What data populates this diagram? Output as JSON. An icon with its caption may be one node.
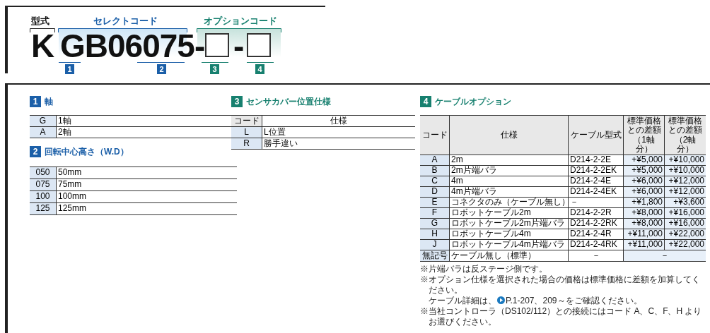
{
  "diagram": {
    "labels": [
      "型式",
      "セレクトコード",
      "オプションコード",
      "K",
      "GB06075-",
      "-",
      "1",
      "2",
      "3",
      "4",
      "1",
      "軸",
      "G",
      "1軸",
      "A",
      "2軸",
      "2",
      "回転中心高さ（W.D）",
      "050",
      "50mm",
      "075",
      "75mm",
      "100",
      "100mm",
      "125",
      "125mm",
      "3",
      "センサカバー位置仕様",
      "コード",
      "仕様",
      "L",
      "L位置",
      "R",
      "勝手違い",
      "4",
      "ケーブルオプション",
      "コード",
      "仕様",
      "ケーブル型式",
      "標準価格との差額（1軸分）",
      "標準価格との差額（2軸分）",
      "A",
      "2m",
      "D214-2-2E",
      "+¥5,000",
      "+¥10,000",
      "B",
      "2m片端バラ",
      "D214-2-2EK",
      "+¥5,000",
      "+¥10,000",
      "C",
      "4m",
      "D214-2-4E",
      "+¥6,000",
      "+¥12,000",
      "D",
      "4m片端バラ",
      "D214-2-4EK",
      "+¥6,000",
      "+¥12,000",
      "E",
      "コネクタのみ（ケーブル無し）",
      "－",
      "+¥1,800",
      "+¥3,600",
      "F",
      "ロボットケーブル2m",
      "D214-2-2R",
      "+¥8,000",
      "+¥16,000",
      "G",
      "ロボットケーブル2m片端バラ",
      "D214-2-2RK",
      "+¥8,000",
      "+¥16,000",
      "H",
      "ロボットケーブル4m",
      "D214-2-4R",
      "+¥11,000",
      "+¥22,000",
      "J",
      "ロボットケーブル4m片端バラ",
      "D214-2-4RK",
      "+¥11,000",
      "+¥22,000",
      "無記号",
      "ケーブル無し（標準）",
      "－",
      "－",
      "※片端バラは反ステージ側です。",
      "※オプション仕様を選択された場合の価格は標準価格に差額を加算してください。",
      "ケーブル詳細は、",
      "P.1-207、209～をご確認ください。",
      "※当社コントローラ（DS102/112）との接続にはコード A、C、F、H よりお選びください。"
    ]
  }
}
